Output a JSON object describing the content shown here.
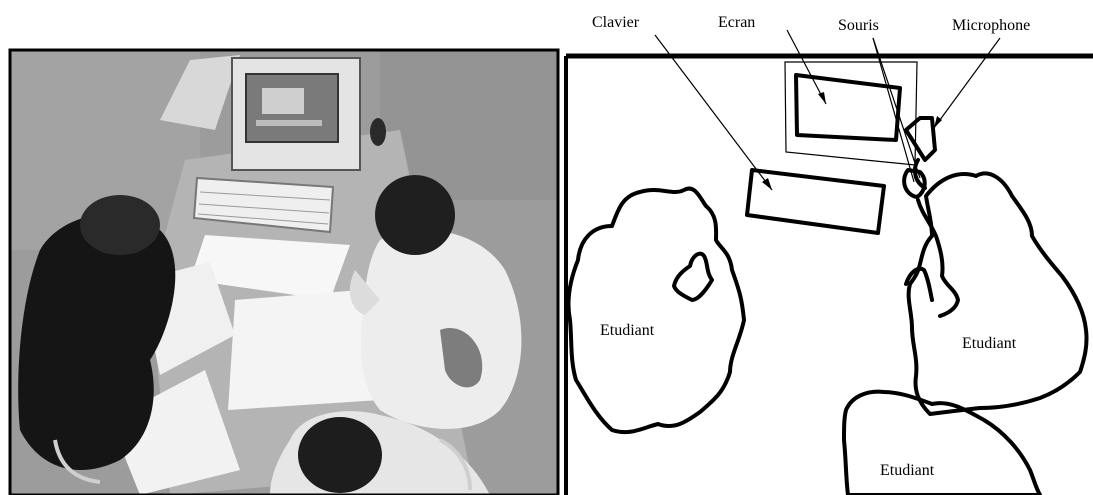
{
  "labels": {
    "clavier": "Clavier",
    "ecran": "Ecran",
    "souris": "Souris",
    "microphone": "Microphone",
    "etudiant_left": "Etudiant",
    "etudiant_right": "Etudiant",
    "etudiant_bottom": "Etudiant"
  },
  "colors": {
    "line": "#000000",
    "background": "#ffffff",
    "photo_floor": "#9a9a9a",
    "photo_desk": "#b8b8b8"
  }
}
